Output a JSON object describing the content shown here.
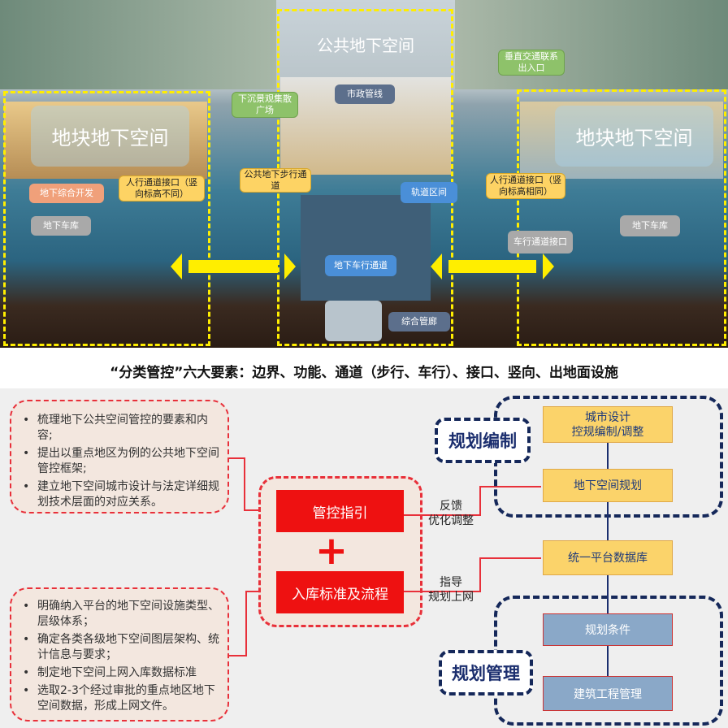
{
  "scene": {
    "public_space": "公共地下空间",
    "block_space_left": "地块地下空间",
    "block_space_right": "地块地下空间",
    "sunken_plaza": "下沉景观集散广场",
    "municipal_pipeline": "市政管线",
    "vertical_link": "垂直交通联系出入口",
    "ped_interface_left": "人行通道接口（竖向标高不同）",
    "ped_interface_right": "人行通道接口（竖向标高相同）",
    "public_ped_passage": "公共地下步行通道",
    "complex_dev": "地下综合开发",
    "rail_section": "轨道区间",
    "garage_left": "地下车库",
    "garage_right": "地下车库",
    "vehicle_interface": "车行通道接口",
    "underground_road": "地下车行通道",
    "utility_tunnel": "综合管廊"
  },
  "title": "“分类管控”六大要素：边界、功能、通道（步行、车行）、接口、竖向、出地面设施",
  "left_top_items": [
    "梳理地下公共空间管控的要素和内容;",
    "提出以重点地区为例的公共地下空间管控框架;",
    "建立地下空间城市设计与法定详细规划技术层面的对应关系。"
  ],
  "left_bottom_items": [
    "明确纳入平台的地下空间设施类型、层级体系；",
    "确定各类各级地下空间图层架构、统计信息与要求；",
    "制定地下空间上网入库数据标准",
    "选取2-3个经过审批的重点地区地下空间数据，形成上网文件。"
  ],
  "center": {
    "guide": "管控指引",
    "plus": "+",
    "standard": "入库标准及流程"
  },
  "notes": {
    "feedback_1": "反馈",
    "feedback_2": "优化调整",
    "guide_1": "指导",
    "guide_2": "规划上网"
  },
  "right": {
    "planning_compile": "规划编制",
    "planning_manage": "规划管理",
    "urban_design_1": "城市设计",
    "urban_design_2": "控规编制/调整",
    "underground_plan": "地下空间规划",
    "platform_db": "统一平台数据库",
    "planning_conditions": "规划条件",
    "building_mgmt": "建筑工程管理"
  }
}
